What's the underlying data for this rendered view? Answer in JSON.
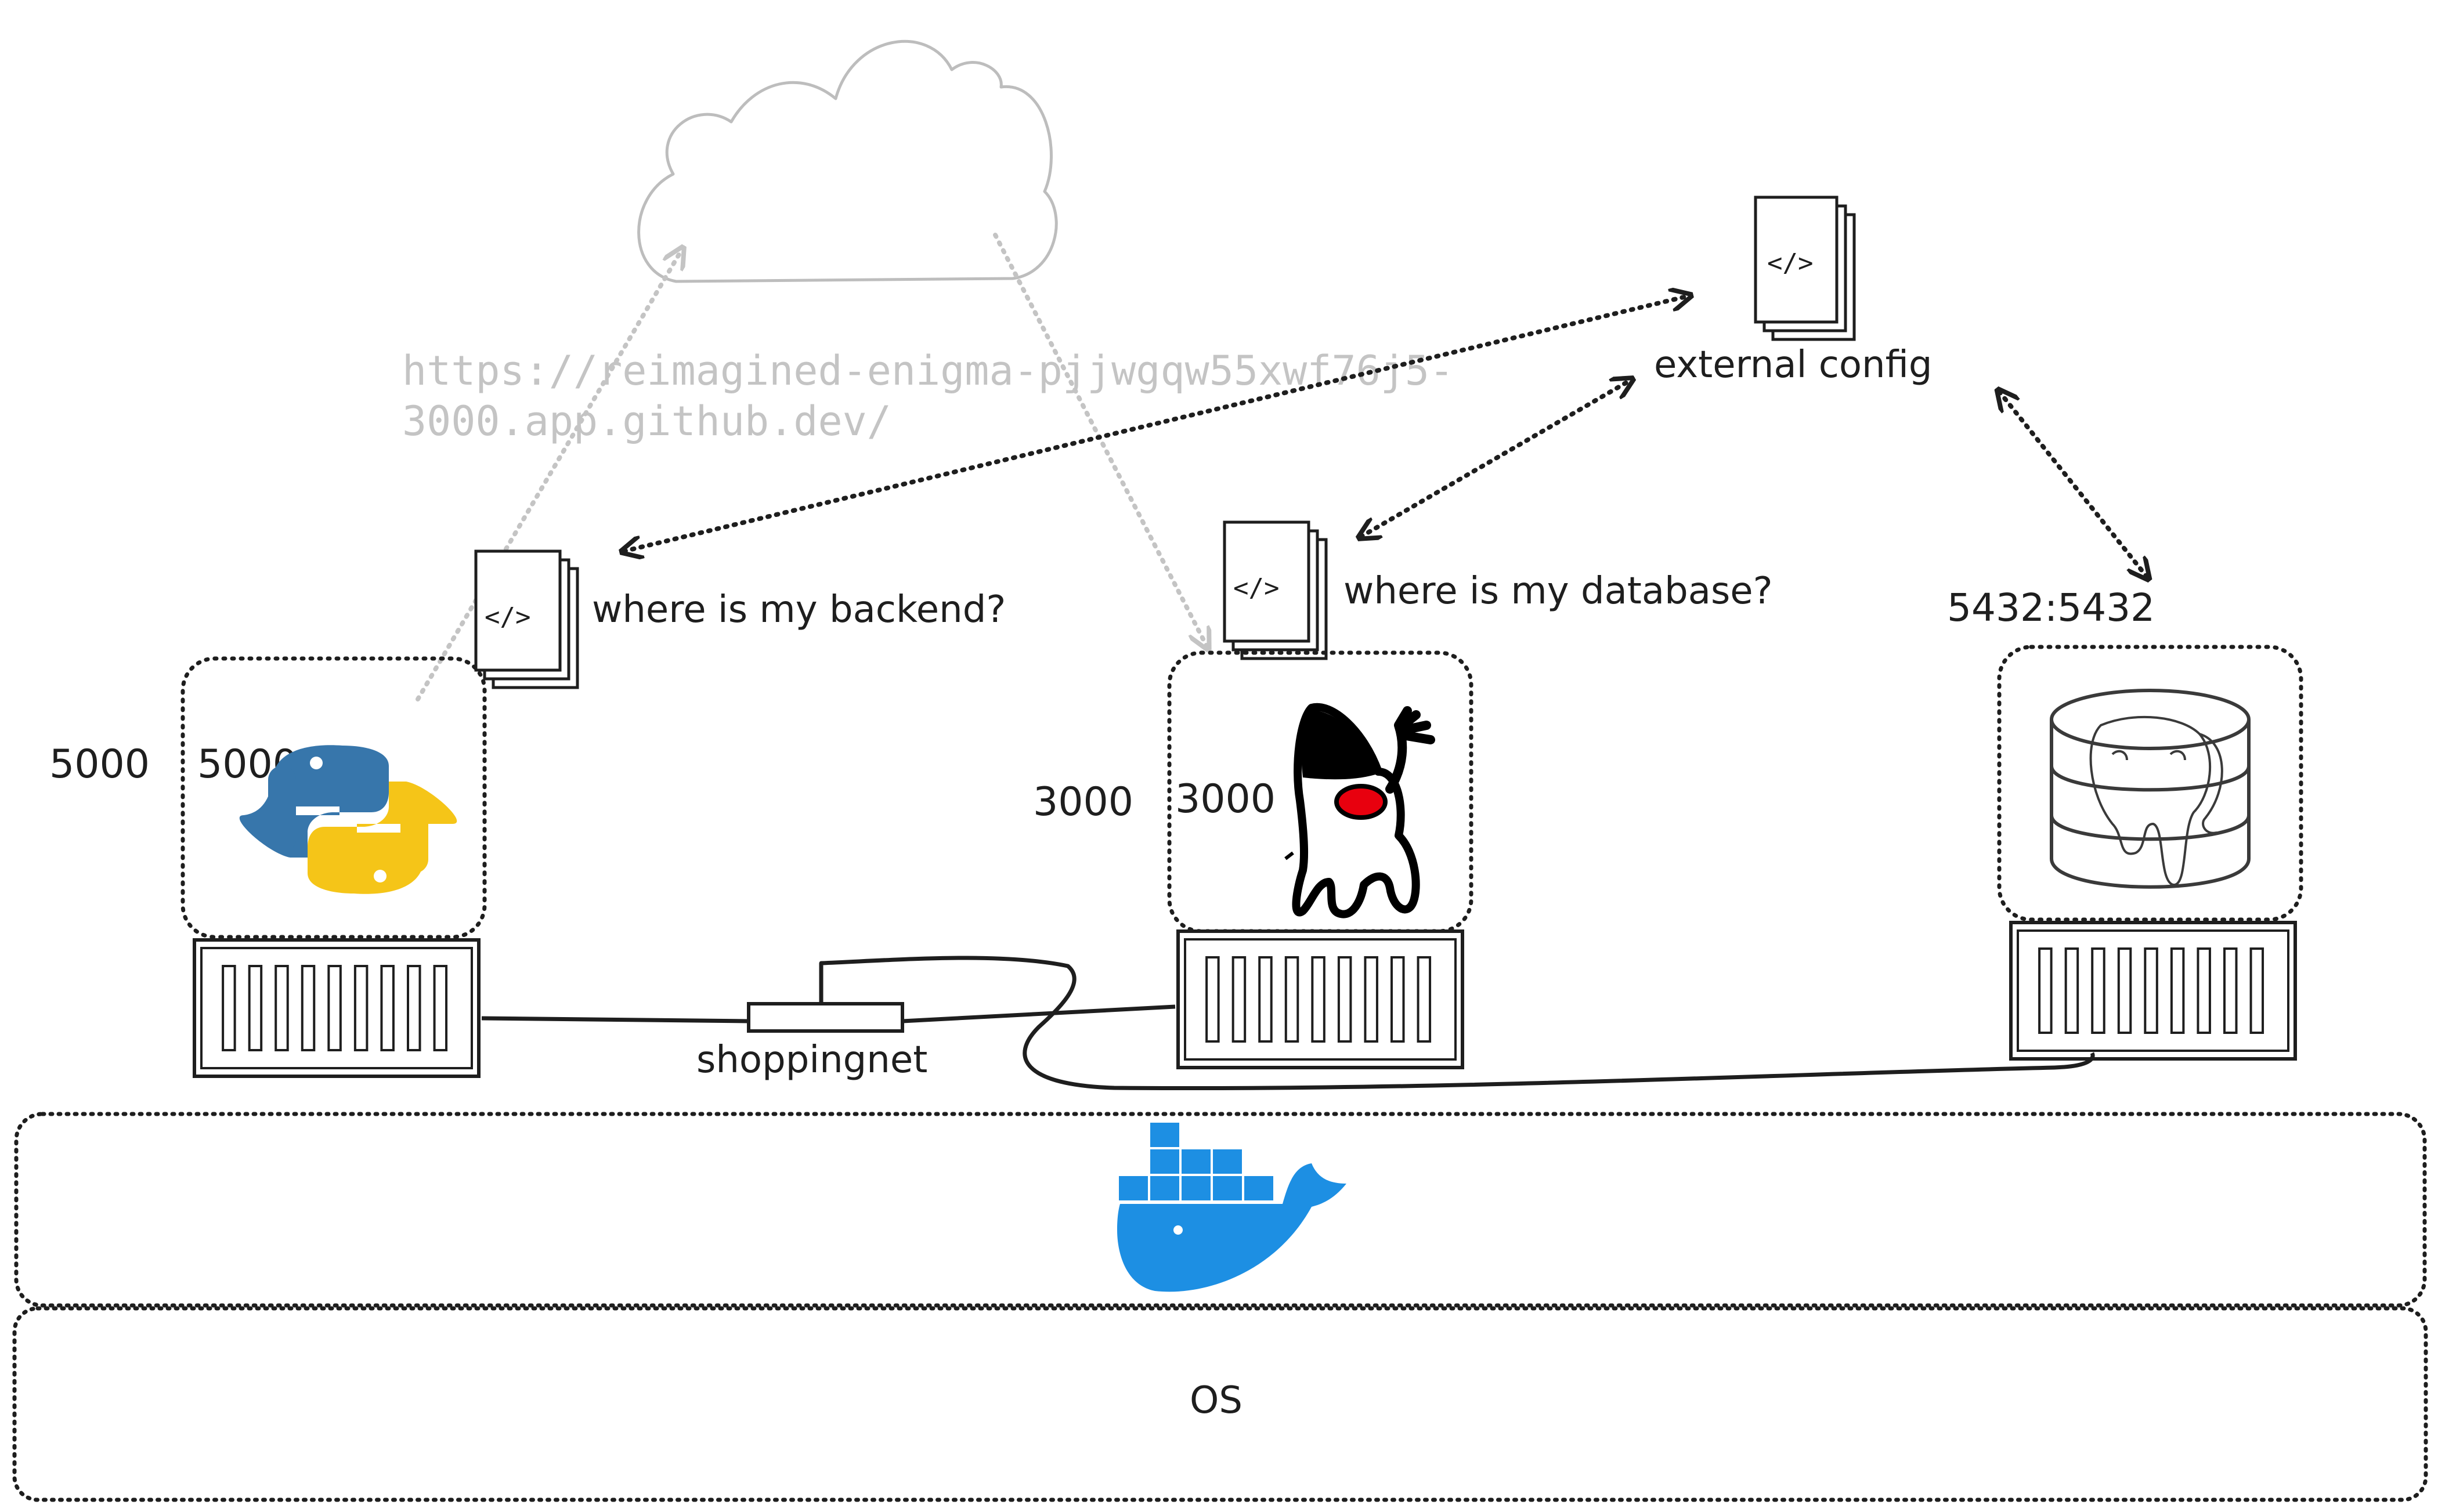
{
  "url_text": {
    "line1": "https://reimagined-enigma-pjjwgqw55xwf76j5-",
    "line2": "3000.app.github.dev/"
  },
  "external_config": {
    "label": "external config"
  },
  "questions": {
    "backend": "where is my backend?",
    "database": "where is my database?"
  },
  "ports": {
    "python_host": "5000",
    "python_container": "5000",
    "java_host": "3000",
    "java_container": "3000",
    "postgres": "5432:5432"
  },
  "network": {
    "label": "shoppingnet"
  },
  "layers": {
    "os": "OS"
  },
  "colors": {
    "ink": "#1e1e1e",
    "cloud": "#bdbdbd",
    "docker_blue": "#1d8fe3",
    "python_blue": "#3776ab",
    "python_yellow": "#f5c518",
    "duke_red": "#e8000e"
  }
}
